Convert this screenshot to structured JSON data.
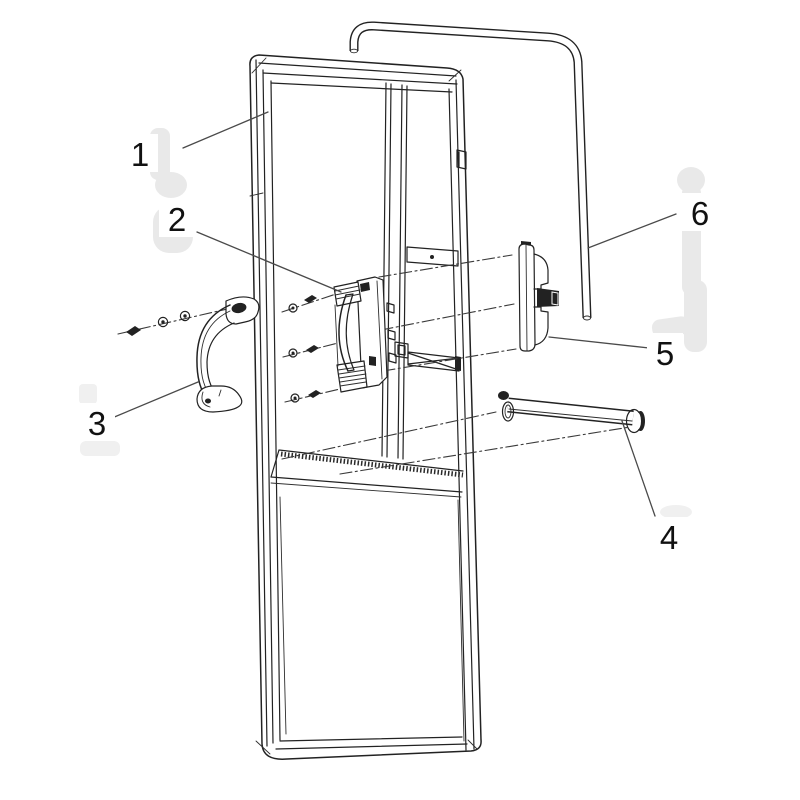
{
  "diagram": {
    "type": "exploded-parts-diagram",
    "callouts": [
      {
        "label": "1"
      },
      {
        "label": "2"
      },
      {
        "label": "3"
      },
      {
        "label": "4"
      },
      {
        "label": "5"
      },
      {
        "label": "6"
      }
    ],
    "colors": {
      "line": "#222222",
      "leader": "#4a4a4a",
      "label_text": "#111111",
      "watermark": "#e9e9e9",
      "background": "#ffffff"
    }
  }
}
